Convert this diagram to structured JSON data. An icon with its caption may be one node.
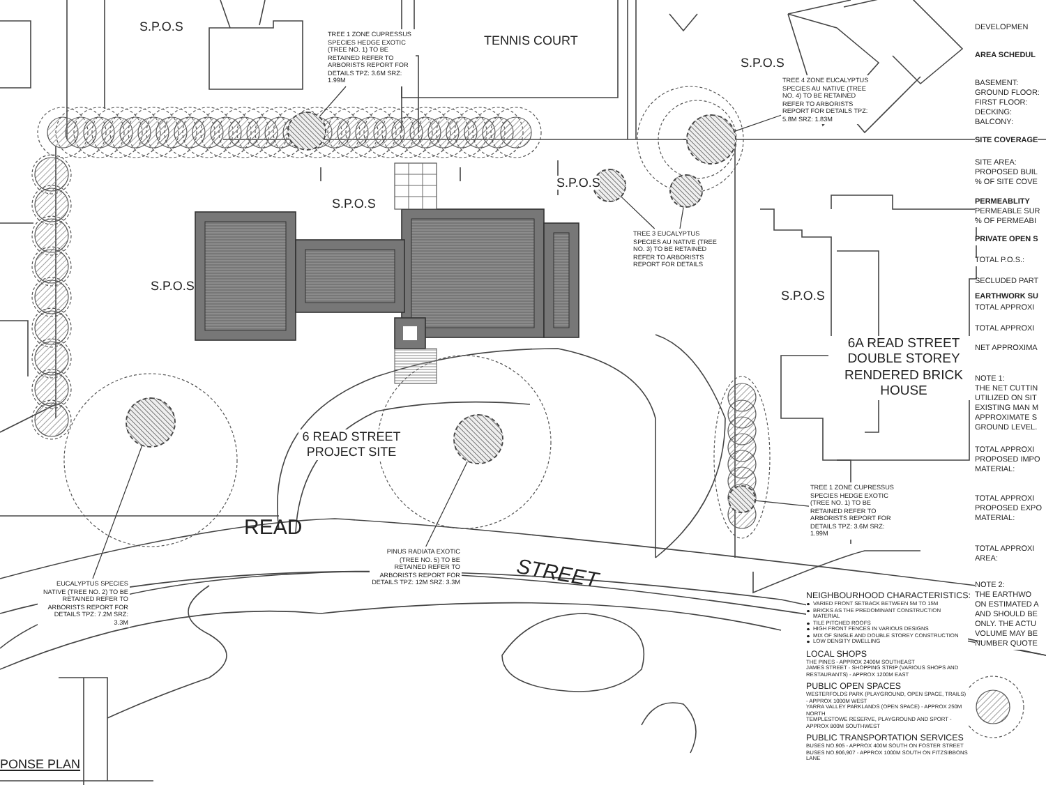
{
  "diagram": {
    "nodes": [
      {
        "text": [
          "TREE 1 ZONE CUPRESSUS SPECIES HEDGE EXOTIC (TREE NO. 1) TO BE RETAINED REFER TO ARBORISTS REPORT FOR DETAILS TPZ: 3.6M SRZ: 1.99M"
        ]
      },
      {
        "text": [],
        "shape": "circle"
      },
      {
        "text": [
          "TREE 4 ZONE EUCALYPTUS SPECIES AU NATIVE (TREE NO. 4) TO BE RETAINED REFER TO ARBORISTS REPORT FOR DETAILS TPZ: 5.8M SRZ: 1.83M"
        ]
      },
      {
        "text": [],
        "shape": "circle"
      },
      {
        "text": [
          "TREE 3 EUCALYPTUS SPECIES AU NATIVE (TREE NO. 3) TO BE RETAINED REFER TO ARBORISTS REPORT FOR DETAILS"
        ]
      },
      {
        "text": [],
        "shape": "circle"
      },
      {
        "text": [],
        "shape": "circle"
      },
      {
        "text": [
          "TREE 1 ZONE CUPRESSUS SPECIES HEDGE EXOTIC (TREE NO. 1) TO BE RETAINED REFER TO ARBORISTS REPORT FOR DETAILS TPZ: 3.6M SRZ: 1.99M"
        ]
      },
      {
        "text": [],
        "shape": "circle"
      },
      {
        "text": [
          "EUCALYPTUS SPECIES NATIVE (TREE NO. 2) TO BE RETAINED REFER TO ARBORISTS REPORT FOR DETAILS TPZ: 7.2M SRZ: 3.3M"
        ]
      },
      {
        "text": [],
        "shape": "circle"
      },
      {
        "text": [
          "PINUS RADIATA EXOTIC (TREE NO. 5) TO BE RETAINED REFER TO ARBORISTS REPORT FOR DETAILS TPZ: 12M SRZ: 3.3M"
        ]
      },
      {
        "text": [],
        "shape": "circle"
      }
    ],
    "edges": [
      {
        "from": 0,
        "to": 1,
        "arrow": "none"
      },
      {
        "from": 2,
        "to": 3,
        "arrow": "none"
      },
      {
        "from": 4,
        "to": 5,
        "arrow": "none"
      },
      {
        "from": 4,
        "to": 6,
        "arrow": "none"
      },
      {
        "from": 7,
        "to": 8,
        "arrow": "none"
      },
      {
        "from": 9,
        "to": 10,
        "arrow": "none"
      },
      {
        "from": 11,
        "to": 12,
        "arrow": "none"
      }
    ],
    "labels": [
      "S.P.O.S",
      "TENNIS COURT",
      "S.P.O.S",
      "S.P.O.S",
      "S.P.O.S",
      "S.P.O.S",
      "S.P.O.S",
      "6A READ STREET DOUBLE STOREY RENDERED BRICK HOUSE",
      "6 READ STREET PROJECT SITE",
      "READ",
      "STREET",
      "PONSE PLAN",
      "DEVELOPMEN",
      "AREA SCHEDUL",
      "BASEMENT:",
      "GROUND FLOOR:",
      "FIRST FLOOR:",
      "DECKING:",
      "BALCONY:",
      "SITE COVERAGE",
      "SITE AREA:",
      "PROPOSED BUIL",
      "% OF SITE COVE",
      "PERMEABLITY",
      "PERMEABLE SUR",
      "% OF PERMEABI",
      "PRIVATE OPEN S",
      "TOTAL P.O.S.:",
      "SECLUDED PART",
      "EARTHWORK SU",
      "TOTAL APPROXI",
      "TOTAL APPROXI",
      "NET APPROXIMA",
      "NOTE 1:",
      "THE NET CUTTIN",
      "UTILIZED ON SIT",
      "EXISTING MAN M",
      "APPROXIMATE S",
      "GROUND LEVEL.",
      "TOTAL APPROXI",
      "PROPOSED IMPO",
      "MATERIAL:",
      "TOTAL APPROXI",
      "PROPOSED EXPO",
      "MATERIAL:",
      "TOTAL APPROXI",
      "AREA:",
      "NOTE 2:",
      "THE EARTHWO",
      "ON ESTIMATED A",
      "AND SHOULD BE",
      "ONLY. THE ACTU",
      "VOLUME MAY BE",
      "NUMBER QUOTE",
      "NEIGHBOURHOOD CHARACTERISTICS:",
      "VARIED FRONT SETBACK BETWEEN 5M TO 15M",
      "BRICKS AS THE PREDOMINANT CONSTRUCTION MATERIAL",
      "TILE PITCHED ROOFS",
      "HIGH FRONT FENCES IN VARIOUS DESIGNS",
      "MIX OF SINGLE AND DOUBLE STOREY CONSTRUCTION",
      "LOW DENSITY DWELLING",
      "LOCAL SHOPS",
      "THE PINES - APPROX 2400M SOUTHEAST",
      "JAMES STREET - SHOPPING STRIP (VARIOUS SHOPS AND RESTAURANTS) - APPROX 1200M EAST",
      "PUBLIC OPEN SPACES",
      "WESTERFOLDS PARK (PLAYGROUND, OPEN SPACE, TRAILS) - APPROX 1000M WEST",
      "YARRA VALLEY PARKLANDS (OPEN SPACE) - APPROX 250M NORTH",
      "TEMPLESTOWE RESERVE, PLAYGROUND AND SPORT - APPROX 800M SOUTHWEST",
      "PUBLIC TRANSPORTATION SERVICES",
      "BUSES NO.905 - APPROX 400M SOUTH ON FOSTER STREET",
      "BUSES NO.906,907 - APPROX 1000M SOUTH ON FITZSIBBONS LANE"
    ]
  }
}
